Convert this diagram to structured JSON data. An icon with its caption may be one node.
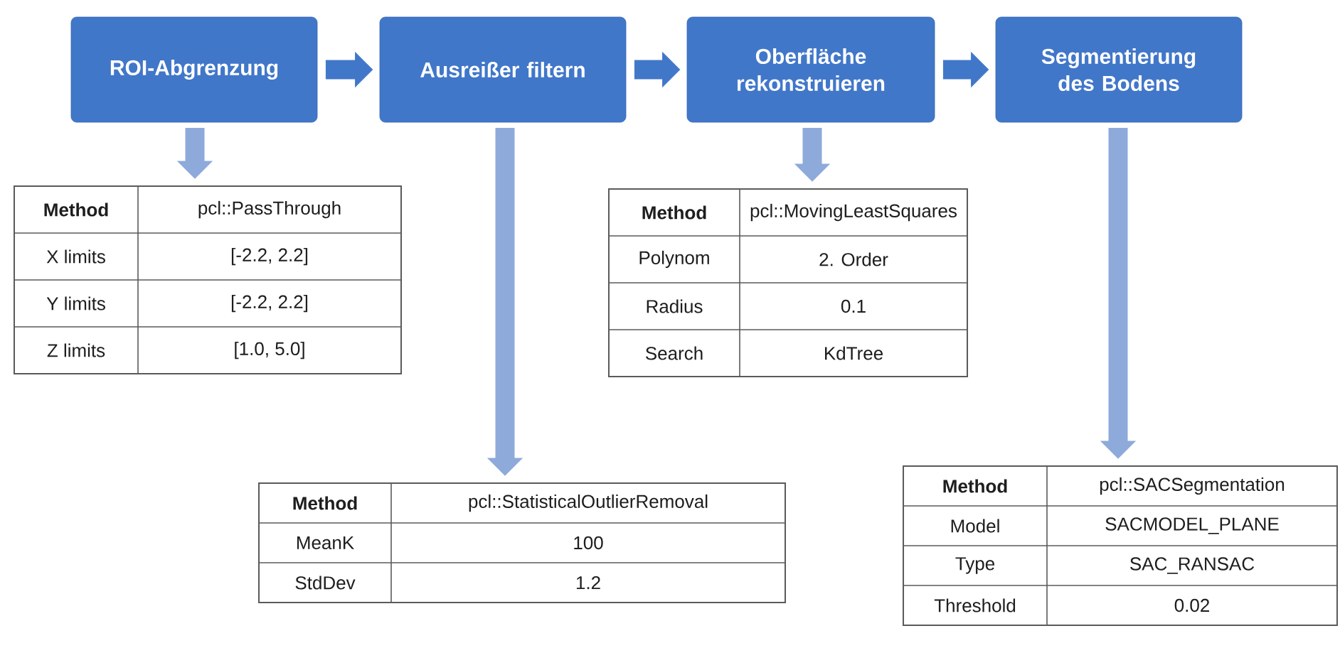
{
  "diagram": {
    "nodes": [
      {
        "text": [
          "ROI-Abgrenzung"
        ]
      },
      {
        "text": [
          "Ausreißer filtern"
        ]
      },
      {
        "text": [
          "Oberfläche rekonstruieren"
        ]
      },
      {
        "text": [
          "Segmentierung des Bodens"
        ]
      },
      {
        "text": [
          "Method",
          "pcl::PassThrough",
          "X  limits",
          "[-2.2, 2.2]",
          "Y limits",
          "[-2.2, 2.2]",
          "Z limits",
          "[1.0, 5.0]"
        ]
      },
      {
        "text": [
          "Method",
          "pcl::StatisticalOutlierRemoval",
          "MeanK",
          "100",
          "StdDev",
          "1.2"
        ]
      },
      {
        "text": [
          "Method",
          "pcl::MovingLeastSquares",
          "Polynom",
          "2. Order",
          "Radius",
          "0.1",
          "Search",
          "KdTree"
        ]
      },
      {
        "text": [
          "Method",
          "pcl::SACSegmentation",
          "Model",
          "SACMODEL_PLANE",
          "Type",
          "SAC_RANSAC",
          "Threshold",
          "0.02"
        ]
      }
    ],
    "edges": [
      {
        "from": 0,
        "to": 1,
        "arrow": "to",
        "color": "#4177c9"
      },
      {
        "from": 1,
        "to": 2,
        "arrow": "to",
        "color": "#4177c9"
      },
      {
        "from": 2,
        "to": 3,
        "arrow": "to",
        "color": "#4177c9"
      },
      {
        "from": 0,
        "to": 4,
        "arrow": "to",
        "color": "#8eaadb"
      },
      {
        "from": 1,
        "to": 5,
        "arrow": "to",
        "color": "#8eaadb"
      },
      {
        "from": 2,
        "to": 6,
        "arrow": "to",
        "color": "#8eaadb"
      },
      {
        "from": 3,
        "to": 7,
        "arrow": "to",
        "color": "#8eaadb"
      }
    ]
  }
}
